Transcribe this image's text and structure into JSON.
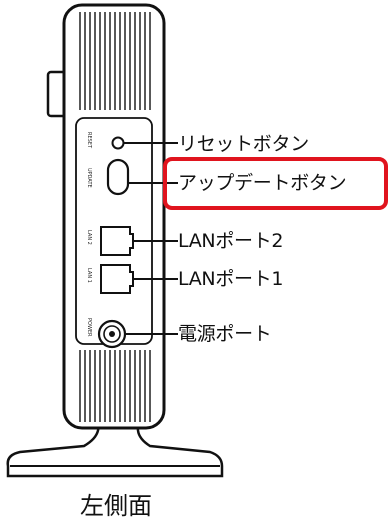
{
  "labels": {
    "reset": "リセットボタン",
    "update": "アップデートボタン",
    "lan2": "LANポート2",
    "lan1": "LANポート1",
    "power": "電源ポート"
  },
  "port_marks": {
    "reset": "RESET",
    "update": "UPDATE",
    "lan2": "LAN 2",
    "lan1": "LAN 1",
    "power": "POWER"
  },
  "caption": "左側面",
  "colors": {
    "highlight": "#e0141e",
    "line": "#111111"
  }
}
